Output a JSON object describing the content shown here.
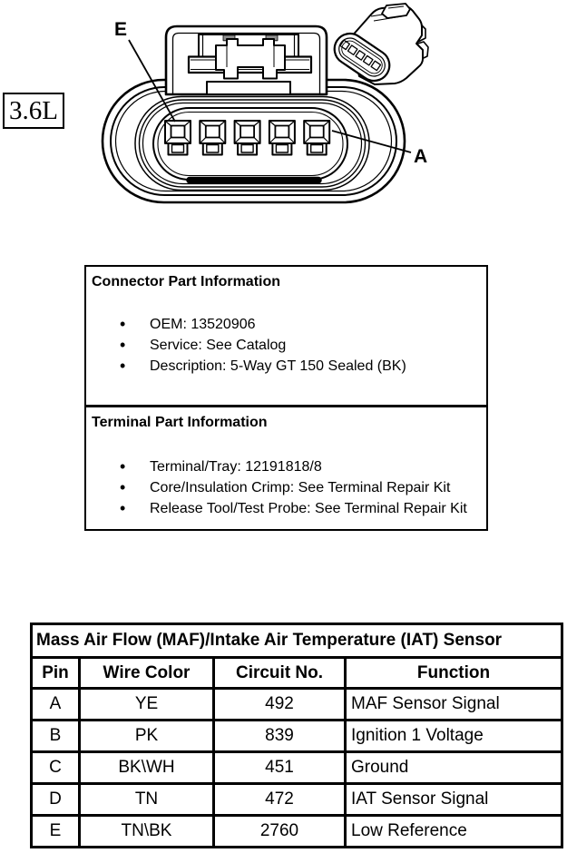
{
  "engine_label": "3.6L",
  "diagram": {
    "pin_label_left": "E",
    "pin_label_right": "A",
    "pin_count": 5
  },
  "connector_part_information": {
    "title": "Connector Part Information",
    "items": [
      "OEM: 13520906",
      "Service: See Catalog",
      "Description: 5-Way GT 150 Sealed (BK)"
    ]
  },
  "terminal_part_information": {
    "title": "Terminal Part Information",
    "items": [
      "Terminal/Tray: 12191818/8",
      "Core/Insulation Crimp: See Terminal Repair Kit",
      "Release Tool/Test Probe: See Terminal Repair Kit"
    ]
  },
  "pinout_table": {
    "title": "Mass Air Flow (MAF)/Intake Air Temperature (IAT) Sensor",
    "headers": [
      "Pin",
      "Wire Color",
      "Circuit No.",
      "Function"
    ],
    "rows": [
      {
        "pin": "A",
        "wire_color": "YE",
        "circuit_no": "492",
        "function": "MAF Sensor Signal"
      },
      {
        "pin": "B",
        "wire_color": "PK",
        "circuit_no": "839",
        "function": "Ignition 1 Voltage"
      },
      {
        "pin": "C",
        "wire_color": "BK\\WH",
        "circuit_no": "451",
        "function": "Ground"
      },
      {
        "pin": "D",
        "wire_color": "TN",
        "circuit_no": "472",
        "function": "IAT Sensor Signal"
      },
      {
        "pin": "E",
        "wire_color": "TN\\BK",
        "circuit_no": "2760",
        "function": "Low Reference"
      }
    ]
  }
}
